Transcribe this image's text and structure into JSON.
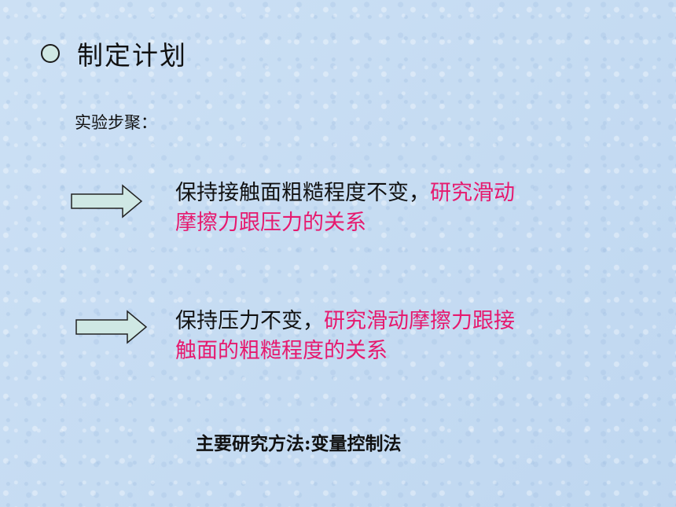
{
  "slide": {
    "heading": "制定计划",
    "subheading": "实验步聚：",
    "steps": [
      {
        "plain": "保持接触面粗糙程度不变，",
        "highlight": "研究滑动摩擦力跟压力的关系"
      },
      {
        "plain": "保持压力不变，",
        "highlight": "研究滑动摩擦力跟接触面的粗糙程度的关系"
      }
    ],
    "method": "主要研究方法:变量控制法"
  },
  "colors": {
    "background": "#c5dcf3",
    "highlight": "#e6196e",
    "arrow_fill": "#cfe8e4",
    "text": "#111111"
  },
  "icons": {
    "bullet": "circle-bullet-icon",
    "step_marker": "right-arrow-icon"
  }
}
